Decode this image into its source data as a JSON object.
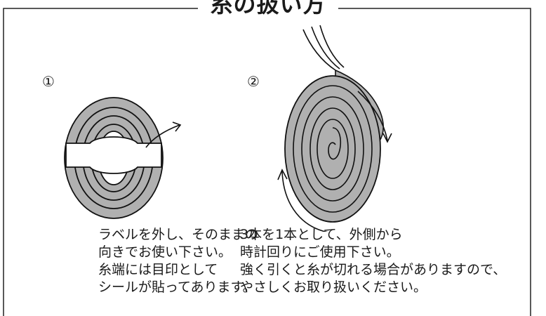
{
  "title": "糸の扱い方",
  "step1": {
    "number": "①",
    "lines": [
      "ラベルを外し、そのままの",
      "向きでお使い下さい。",
      "糸端には目印として",
      "シールが貼ってあります。"
    ]
  },
  "step2": {
    "number": "②",
    "lines": [
      "3本を1本として、外側から",
      "時計回りにご使用下さい。",
      "強く引くと糸が切れる場合がありますので、",
      "やさしくお取り扱いください。"
    ]
  }
}
